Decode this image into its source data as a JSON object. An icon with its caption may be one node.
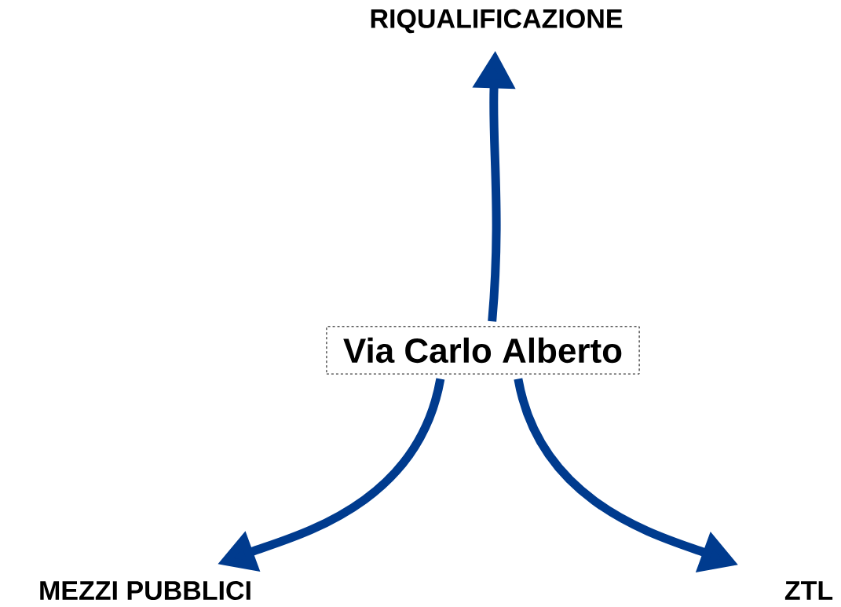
{
  "diagram": {
    "nodes": [
      {
        "text": [
          "Via Carlo Alberto"
        ]
      },
      {
        "text": [
          "RIQUALIFICAZIONE"
        ]
      },
      {
        "text": [
          "MEZZI PUBBLICI"
        ]
      },
      {
        "text": [
          "ZTL"
        ]
      }
    ],
    "edges": [
      {
        "from": 0,
        "to": 1,
        "arrow": "to"
      },
      {
        "from": 0,
        "to": 2,
        "arrow": "to"
      },
      {
        "from": 0,
        "to": 3,
        "arrow": "to"
      }
    ]
  }
}
